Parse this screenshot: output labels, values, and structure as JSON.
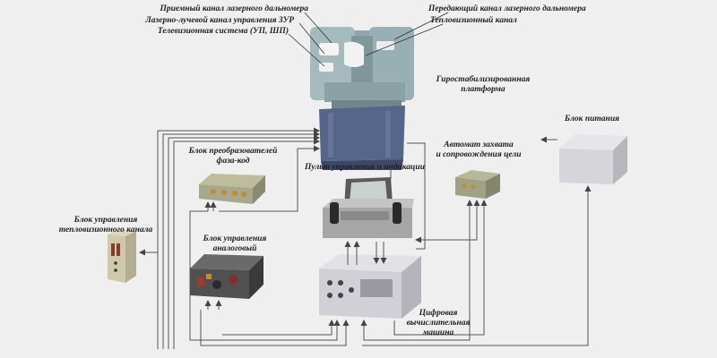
{
  "labels": {
    "receive_channel": "Приемный канал лазерного дальномера",
    "laser_beam_channel": "Лазерно-лучевой канал управления ЗУР",
    "tv_system": "Телевизионная система (УП, ШП)",
    "transmit_channel": "Передающий канал лазерного дальномера",
    "thermal_channel": "Тепловизионный канал",
    "gyro_platform": [
      "Гиростабилизированная",
      "платформа"
    ],
    "converter_block": [
      "Блок преобразователей",
      "фаза-код"
    ],
    "control_panel": "Пульт управления и индикации",
    "tracking_auto": [
      "Автомат захвата",
      "и сопровождения цели"
    ],
    "power_block": "Блок питания",
    "thermal_control_block": [
      "Блок управления",
      "тепловизионного канала"
    ],
    "analog_control_block": [
      "Блок управления",
      "аналоговый"
    ],
    "digital_computer": [
      "Цифровая",
      "вычислительная",
      "машина"
    ]
  },
  "colors": {
    "background": "#efefef",
    "wire": "#555555",
    "turret": "#9cb2b6",
    "turret_dark": "#6f878b",
    "platform_base": "#5b6a8a",
    "box_olive": "#a7a78c",
    "box_light": "#d9d9dc",
    "box_dark": "#4a4a4a"
  }
}
